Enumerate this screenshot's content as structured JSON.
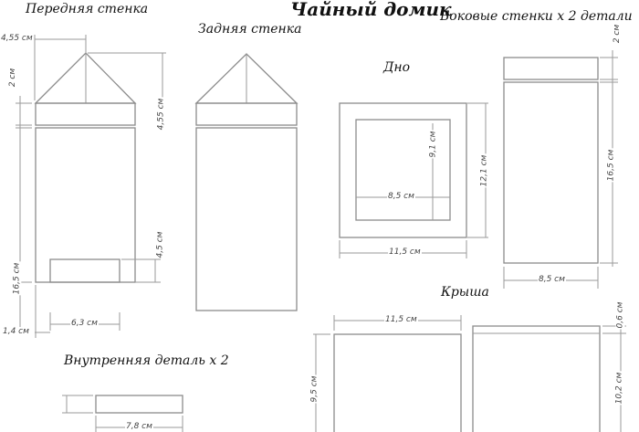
{
  "title": "Чайный домик",
  "sections": {
    "front_wall": {
      "label": "Передняя стенка",
      "dims": {
        "roof_half_width": "4,55 см",
        "roof_height": "2 см",
        "roof_side": "4,55 см",
        "height": "16,5 см",
        "door_height": "4,5 см",
        "door_width": "6,3 см",
        "door_offset": "1,4 см"
      }
    },
    "back_wall": {
      "label": "Задняя стенка"
    },
    "side_walls": {
      "label": "Боковые стенки  x  2 детали",
      "dims": {
        "top_strip": "2 см",
        "height": "16,5 см",
        "width": "8,5 см"
      }
    },
    "bottom": {
      "label": "Дно",
      "dims": {
        "inner_height": "9,1 см",
        "inner_width": "8,5 см",
        "outer_height": "12,1 см",
        "outer_width": "11,5 см"
      }
    },
    "roof": {
      "label": "Крыша",
      "dims": {
        "width": "11,5 см",
        "height_a": "9,5 см",
        "strip": "0,6 см",
        "height_b": "10,2 см"
      }
    },
    "inner_part": {
      "label": "Внутренняя деталь  x  2",
      "dims": {
        "width": "7,8 см"
      }
    }
  },
  "colors": {
    "line": "#9a9a9a",
    "text": "#111111"
  }
}
